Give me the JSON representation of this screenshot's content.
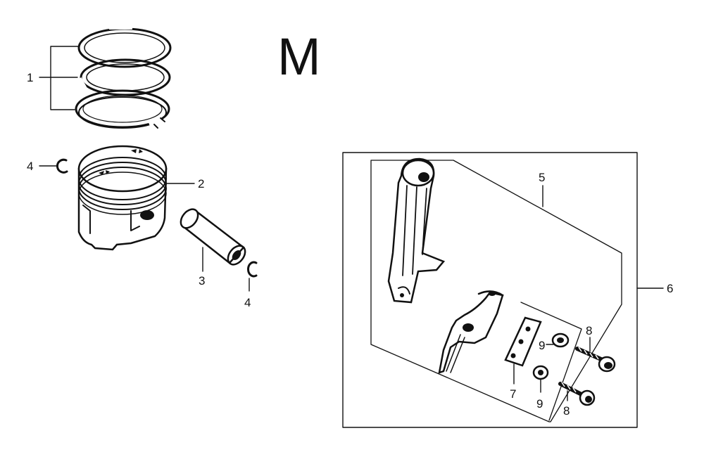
{
  "diagram": {
    "section_letter": "M",
    "colors": {
      "ink": "#111111",
      "paper": "#ffffff"
    },
    "parts": [
      {
        "callout": "1",
        "item": "piston-rings"
      },
      {
        "callout": "2",
        "item": "piston"
      },
      {
        "callout": "3",
        "item": "piston-pin"
      },
      {
        "callout": "4",
        "item": "pin-clip"
      },
      {
        "callout": "5",
        "item": "connecting-rod"
      },
      {
        "callout": "6",
        "item": "connecting-rod-assembly"
      },
      {
        "callout": "7",
        "item": "lock-plate"
      },
      {
        "callout": "8",
        "item": "rod-bolt"
      },
      {
        "callout": "9",
        "item": "washer"
      }
    ]
  }
}
